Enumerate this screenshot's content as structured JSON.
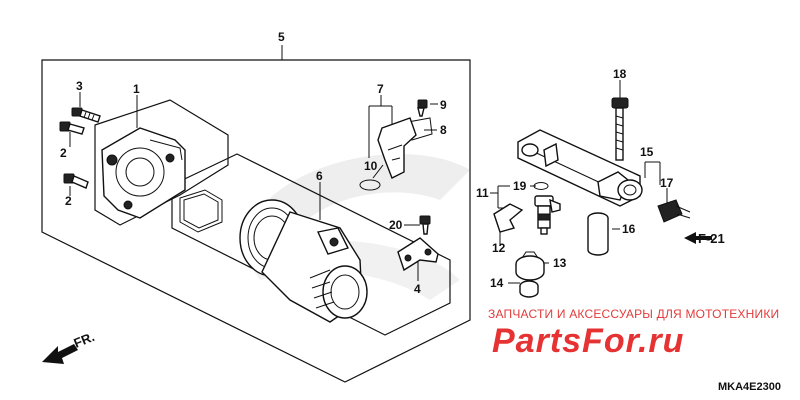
{
  "callouts": {
    "c1": "1",
    "c2a": "2",
    "c2b": "2",
    "c3": "3",
    "c4": "4",
    "c5": "5",
    "c6": "6",
    "c7": "7",
    "c8": "8",
    "c9": "9",
    "c10": "10",
    "c11": "11",
    "c12": "12",
    "c13": "13",
    "c14": "14",
    "c15": "15",
    "c16": "16",
    "c17": "17",
    "c18": "18",
    "c19": "19",
    "c20": "20"
  },
  "reference": {
    "label": "F-21"
  },
  "front_arrow": {
    "label": "FR."
  },
  "diagram_code": "MKA4E2300",
  "watermark": {
    "line1": "ЗАПЧАСТИ И АКСЕССУАРЫ ДЛЯ МОТОТЕХНИКИ",
    "logo": "PartsFor.ru"
  }
}
